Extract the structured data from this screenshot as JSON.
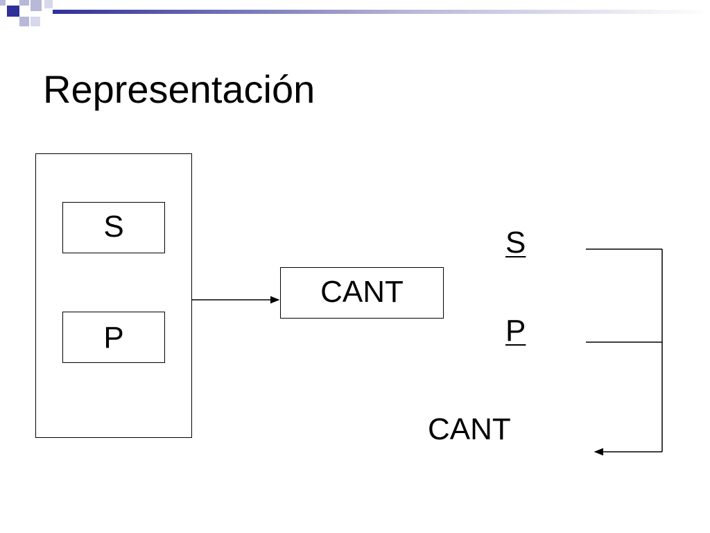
{
  "slide": {
    "title": "Representación",
    "accent_color": "#30309a",
    "decoration_color": "#b8b8d8"
  },
  "left_diagram": {
    "field_s": "S",
    "field_p": "P"
  },
  "result_box": {
    "label": "CANT"
  },
  "right_diagram": {
    "key_s": "S",
    "key_p": "P",
    "dependent": "CANT"
  }
}
